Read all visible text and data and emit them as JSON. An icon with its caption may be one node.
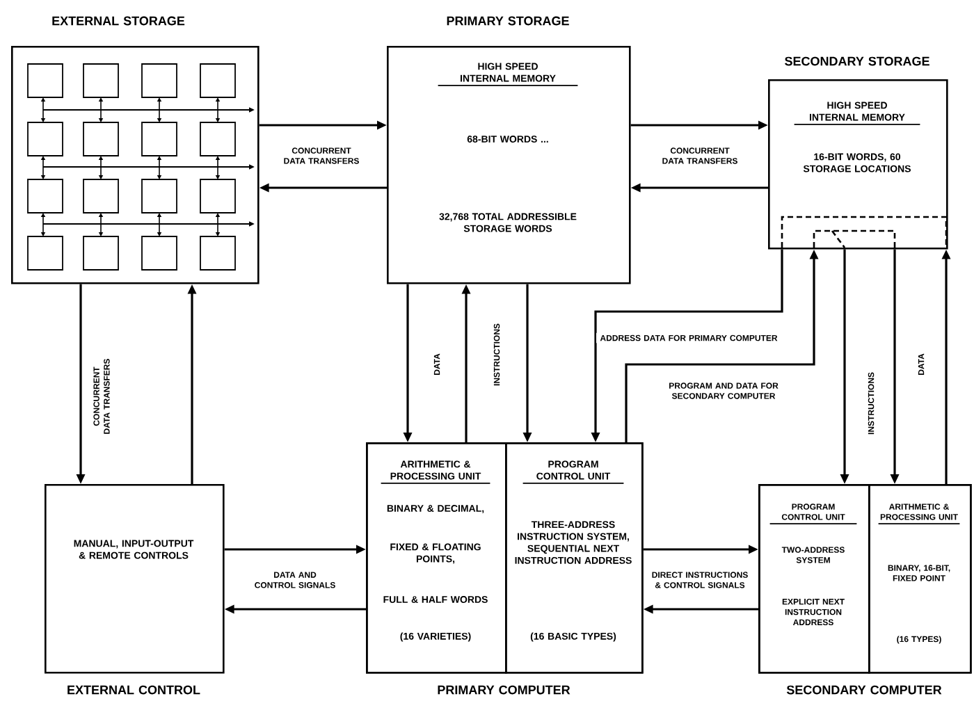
{
  "diagram": {
    "nodes": [
      {
        "text": [
          "EXTERNAL STORAGE"
        ]
      },
      {
        "text": [
          "PRIMARY STORAGE",
          "HIGH SPEED INTERNAL MEMORY",
          "68-BIT WORDS ...",
          "32,768 TOTAL ADDRESSIBLE STORAGE WORDS"
        ]
      },
      {
        "text": [
          "SECONDARY STORAGE",
          "HIGH SPEED INTERNAL MEMORY",
          "16-BIT WORDS, 60 STORAGE LOCATIONS"
        ]
      },
      {
        "text": [
          "MANUAL, INPUT-OUTPUT & REMOTE CONTROLS",
          "EXTERNAL CONTROL"
        ]
      },
      {
        "text": [
          "PRIMARY COMPUTER"
        ]
      },
      {
        "text": [
          "ARITHMETIC & PROCESSING UNIT",
          "BINARY & DECIMAL,",
          "FIXED & FLOATING POINTS,",
          "FULL & HALF WORDS",
          "(16 VARIETIES)"
        ],
        "in": 4
      },
      {
        "text": [
          "PROGRAM CONTROL UNIT",
          "THREE-ADDRESS INSTRUCTION SYSTEM, SEQUENTIAL NEXT INSTRUCTION ADDRESS",
          "(16 BASIC TYPES)"
        ],
        "in": 4
      },
      {
        "text": [
          "SECONDARY COMPUTER"
        ]
      },
      {
        "text": [
          "PROGRAM CONTROL UNIT",
          "TWO-ADDRESS SYSTEM",
          "EXPLICIT NEXT INSTRUCTION ADDRESS"
        ],
        "in": 7
      },
      {
        "text": [
          "ARITHMETIC & PROCESSING UNIT",
          "BINARY, 16-BIT, FIXED POINT",
          "(16 TYPES)"
        ],
        "in": 7
      }
    ],
    "edges": [
      {
        "from": 0,
        "to": 1,
        "arrow": "to",
        "label": "CONCURRENT DATA TRANSFERS"
      },
      {
        "from": 1,
        "to": 0,
        "arrow": "to"
      },
      {
        "from": 1,
        "to": 2,
        "arrow": "to",
        "label": "CONCURRENT DATA TRANSFERS"
      },
      {
        "from": 2,
        "to": 1,
        "arrow": "to"
      },
      {
        "from": 0,
        "to": 3,
        "arrow": "to",
        "label": "CONCURRENT DATA TRANSFERS"
      },
      {
        "from": 3,
        "to": 0,
        "arrow": "to"
      },
      {
        "from": 1,
        "to": 5,
        "arrow": "to",
        "label": "DATA"
      },
      {
        "from": 5,
        "to": 1,
        "arrow": "to"
      },
      {
        "from": 1,
        "to": 6,
        "arrow": "to",
        "label": "INSTRUCTIONS"
      },
      {
        "from": 2,
        "to": 6,
        "arrow": "to",
        "label": "ADDRESS DATA FOR PRIMARY COMPUTER"
      },
      {
        "from": 6,
        "to": 2,
        "arrow": "to",
        "label": "PROGRAM AND DATA FOR SECONDARY COMPUTER"
      },
      {
        "from": 2,
        "to": 8,
        "arrow": "to",
        "label": "INSTRUCTIONS"
      },
      {
        "from": 2,
        "to": 9,
        "arrow": "to",
        "label": "DATA"
      },
      {
        "from": 9,
        "to": 2,
        "arrow": "to"
      },
      {
        "from": 3,
        "to": 5,
        "arrow": "to",
        "label": "DATA AND CONTROL SIGNALS"
      },
      {
        "from": 5,
        "to": 3,
        "arrow": "to"
      },
      {
        "from": 6,
        "to": 8,
        "arrow": "to",
        "label": "DIRECT INSTRUCTIONS & CONTROL SIGNALS"
      },
      {
        "from": 8,
        "to": 6,
        "arrow": "to"
      }
    ]
  }
}
